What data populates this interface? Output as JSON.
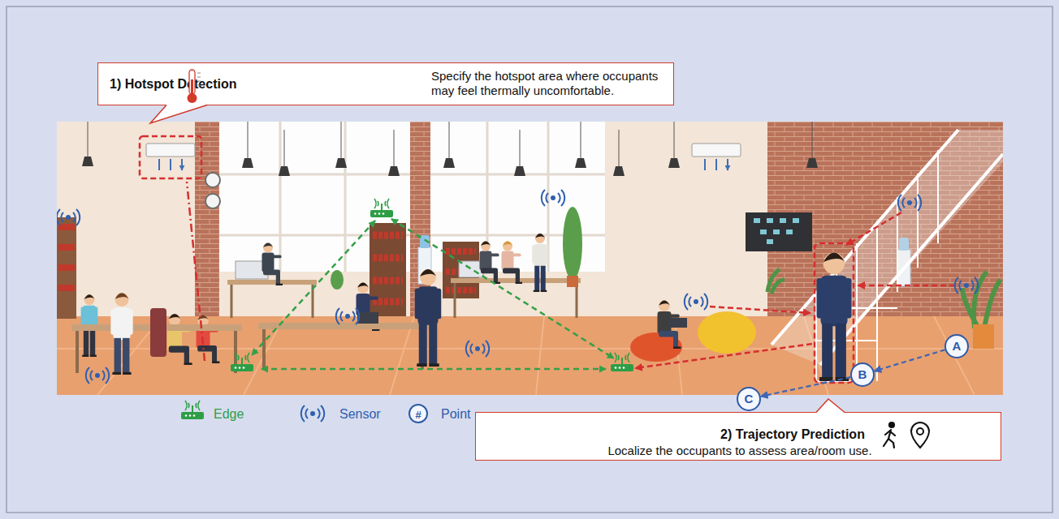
{
  "diagram": {
    "nodes": [
      {
        "text": [
          "1) Hotspot Detection",
          "Specify the hotspot area where occupants may feel thermally uncomfortable."
        ]
      },
      {
        "text": [
          "2) Trajectory Prediction",
          "Localize the occupants to assess area/room use."
        ]
      },
      {
        "text": [
          "A"
        ]
      },
      {
        "text": [
          "B"
        ]
      },
      {
        "text": [
          "C"
        ]
      }
    ],
    "edges": [
      {
        "from": 2,
        "to": 3,
        "arrow": "to"
      },
      {
        "from": 3,
        "to": 4,
        "arrow": "to"
      }
    ],
    "labels": [
      "#"
    ],
    "legend": [
      {
        "text": "Edge"
      },
      {
        "text": "Sensor"
      },
      {
        "text": "Point"
      }
    ]
  }
}
